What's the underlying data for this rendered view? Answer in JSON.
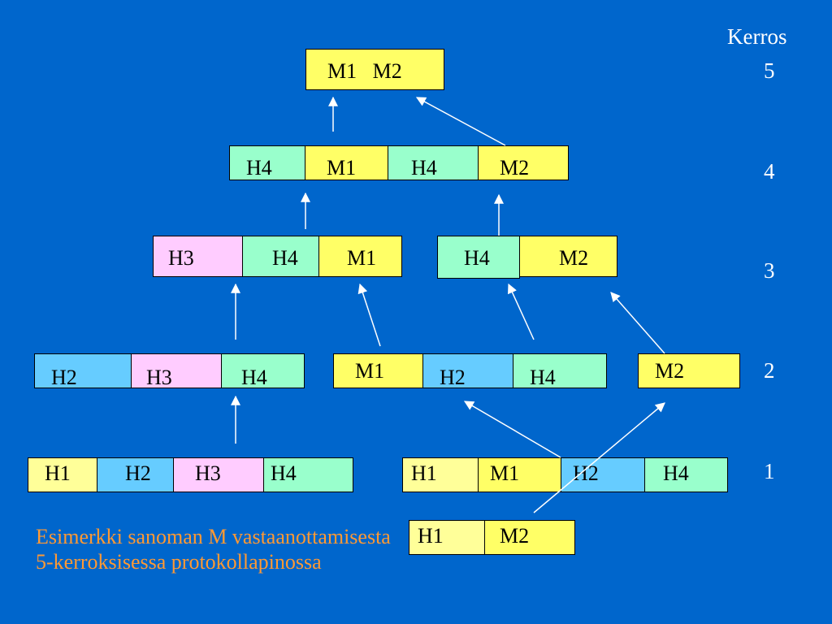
{
  "colors": {
    "background": "#0066cc",
    "message_yellow": "#ffff66",
    "h1_light_yellow": "#ffff99",
    "h2_blue": "#66ccff",
    "h3_pink": "#ffccff",
    "h4_green": "#99ffcc",
    "caption_orange": "#ff9933",
    "arrow_white": "#ffffff"
  },
  "layer_header": "Kerros",
  "layers": [
    "5",
    "4",
    "3",
    "2",
    "1"
  ],
  "caption": "Esimerkki sanoman M vastaanottamisesta 5-kerroksisessa protokollapinossa",
  "layer5": {
    "boxes": [
      {
        "cells": [
          {
            "label": "M1   M2",
            "color": "#ffff66"
          }
        ]
      }
    ]
  },
  "layer4": {
    "boxes": [
      {
        "cells": [
          {
            "label": "H4",
            "color": "#99ffcc"
          },
          {
            "label": "M1",
            "color": "#ffff66"
          },
          {
            "label": "H4",
            "color": "#99ffcc"
          },
          {
            "label": "M2",
            "color": "#ffff66"
          }
        ]
      }
    ]
  },
  "layer3": {
    "boxes": [
      {
        "cells": [
          {
            "label": "H3",
            "color": "#ffccff"
          },
          {
            "label": "H4",
            "color": "#99ffcc"
          },
          {
            "label": "M1",
            "color": "#ffff66"
          }
        ]
      },
      {
        "cells": [
          {
            "label": "H4",
            "color": "#99ffcc"
          },
          {
            "label": "M2",
            "color": "#ffff66"
          }
        ]
      }
    ]
  },
  "layer2": {
    "boxes": [
      {
        "cells": [
          {
            "label": "H2",
            "color": "#66ccff"
          },
          {
            "label": "H3",
            "color": "#ffccff"
          },
          {
            "label": "H4",
            "color": "#99ffcc"
          }
        ]
      },
      {
        "cells": [
          {
            "label": "M1",
            "color": "#ffff66"
          },
          {
            "label": "H2",
            "color": "#66ccff"
          },
          {
            "label": "H4",
            "color": "#99ffcc"
          }
        ]
      },
      {
        "cells": [
          {
            "label": "M2",
            "color": "#ffff66"
          }
        ]
      }
    ]
  },
  "layer1": {
    "boxes": [
      {
        "cells": [
          {
            "label": "H1",
            "color": "#ffff99"
          },
          {
            "label": "H2",
            "color": "#66ccff"
          },
          {
            "label": "H3",
            "color": "#ffccff"
          },
          {
            "label": "H4",
            "color": "#99ffcc"
          }
        ]
      },
      {
        "cells": [
          {
            "label": "H1",
            "color": "#ffff99"
          },
          {
            "label": "M1",
            "color": "#ffff66"
          },
          {
            "label": "H2",
            "color": "#66ccff"
          },
          {
            "label": "H4",
            "color": "#99ffcc"
          }
        ]
      },
      {
        "cells": [
          {
            "label": "H1",
            "color": "#ffff99"
          },
          {
            "label": "M2",
            "color": "#ffff66"
          }
        ]
      }
    ]
  }
}
